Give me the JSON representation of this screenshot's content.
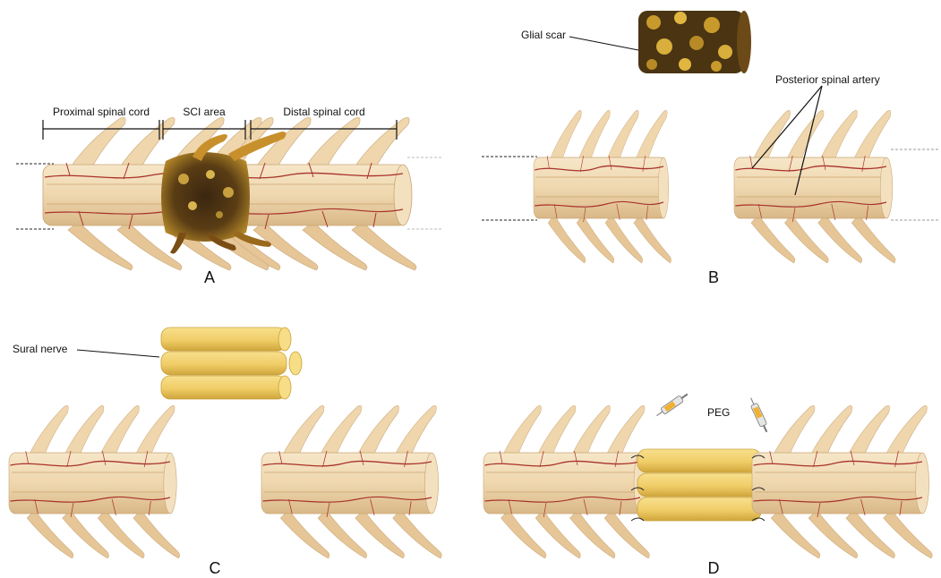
{
  "panels": {
    "a": {
      "letter": "A",
      "proximal": "Proximal spinal cord",
      "sci": "SCI area",
      "distal": "Distal spinal cord"
    },
    "b": {
      "letter": "B",
      "glial_scar": "Glial scar",
      "artery": "Posterior spinal artery"
    },
    "c": {
      "letter": "C",
      "sural_nerve": "Sural nerve"
    },
    "d": {
      "letter": "D",
      "peg": "PEG"
    }
  },
  "colors": {
    "cord_fill": "#f0d9b3",
    "cord_shadow": "#d7b98a",
    "vessel": "#a8322b",
    "scar_dark": "#2b1d0e",
    "scar_gold": "#c89a2c",
    "graft_fill": "#f0cf6e",
    "graft_edge": "#c9a23a"
  }
}
